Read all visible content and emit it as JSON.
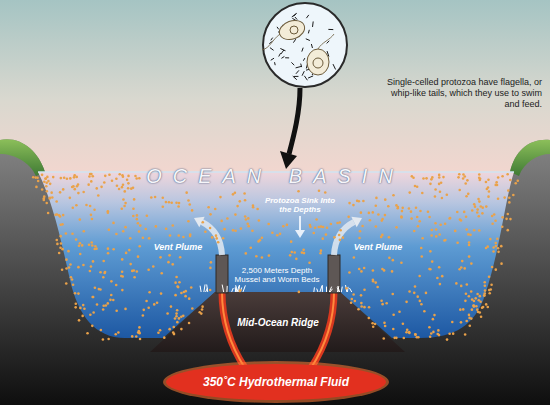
{
  "diagram": {
    "nodes": [
      {
        "text": [
          "350˚C Hydrothermal Fluid"
        ]
      }
    ],
    "labels": [
      "Single-celled protozoa have flagella, or whip-like tails, which they use to swim and feed.",
      "OCEAN BASIN",
      "Protozoa Sink Into the Depths",
      "Vent Plume",
      "Vent Plume",
      "2,500 Meters Depth Mussel and Worm Beds",
      "Mid-Ocean Ridge"
    ]
  }
}
